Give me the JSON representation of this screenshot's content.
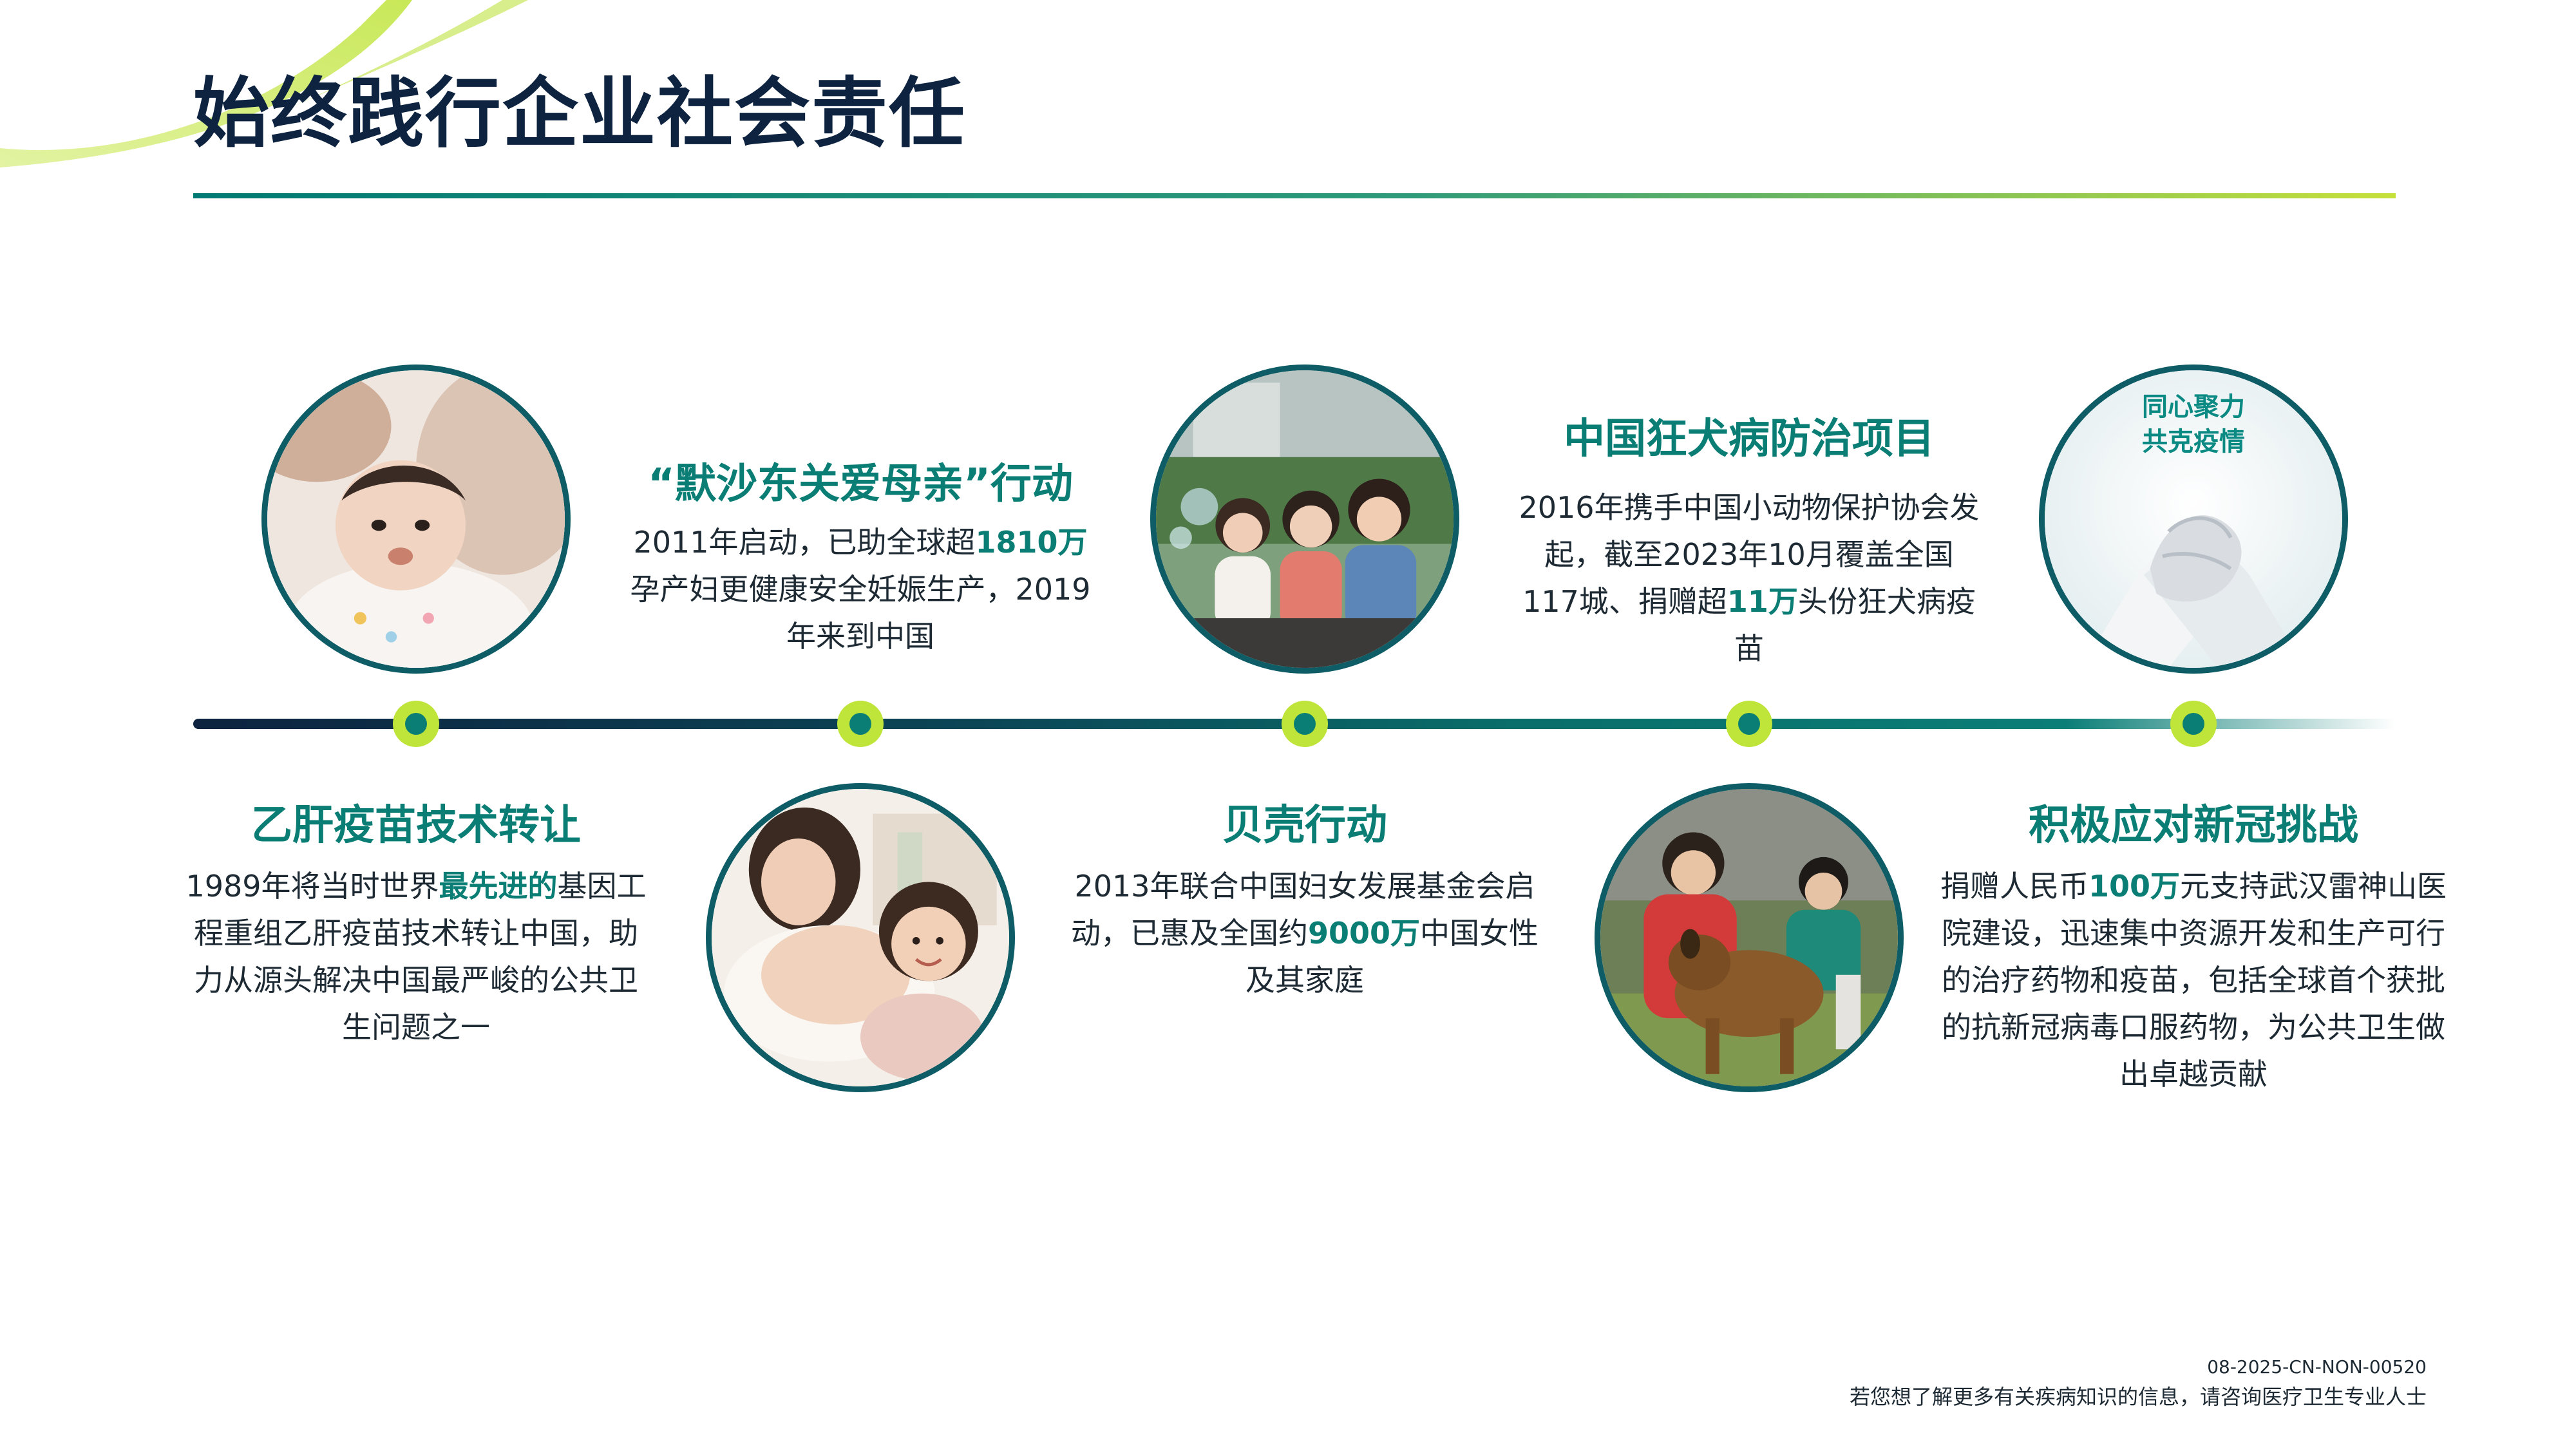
{
  "page": {
    "title": "始终践行企业社会责任",
    "accent_color": "#0a7e74",
    "highlight_color": "#bfe43a",
    "navy_color": "#0d2340"
  },
  "milestones": [
    {
      "heading": "乙肝疫苗技术转让",
      "body": [
        "1989年将当时世界",
        "最先进的",
        "基因工程重组乙肝疫苗技术转让中国，助力从源头解决中国最严峻的公共卫生问题之一"
      ],
      "photo": "mother-and-baby-photo"
    },
    {
      "heading": "“默沙东关爱母亲”行动",
      "body": [
        "2011年启动，已助全球超",
        "1810万",
        "孕产妇更健康安全妊娠生产，2019年来到中国"
      ],
      "photo": "pregnant-mother-with-daughter-photo"
    },
    {
      "heading": "贝壳行动",
      "body": [
        "2013年联合中国妇女发展基金会启动，已惠及全国约",
        "9000万",
        "中国女性及其家庭"
      ],
      "photo": "women-friends-photo"
    },
    {
      "heading": "中国狂犬病防治项目",
      "body": [
        "2016年携手中国小动物保护协会发起，截至2023年10月覆盖全国117城、捐赠超",
        "11万",
        "头份狂犬病疫苗"
      ],
      "photo": "dog-vaccination-photo"
    },
    {
      "heading": "积极应对新冠挑战",
      "body": [
        "捐赠人民币",
        "100万",
        "元支持武汉雷神山医院建设，迅速集中资源开发和生产可行的治疗药物和疫苗，包括全球首个获批的抗新冠病毒口服药物，为公共卫生做出卓越贡献"
      ],
      "photo": "clasped-hands-photo",
      "photo_caption": [
        "同心聚力",
        "共克疫情"
      ]
    }
  ],
  "footer": {
    "code": "08-2025-CN-NON-00520",
    "disclaimer": "若您想了解更多有关疾病知识的信息，请咨询医疗卫生专业人士"
  }
}
